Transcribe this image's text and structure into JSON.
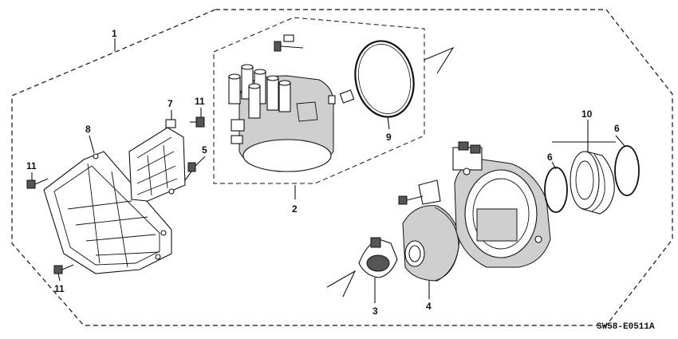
{
  "labels": {
    "p1": "1",
    "p2": "2",
    "p3": "3",
    "p4": "4",
    "p5": "5",
    "p6a": "6",
    "p6b": "6",
    "p7": "7",
    "p8": "8",
    "p9": "9",
    "p10": "10",
    "p11a": "11",
    "p11b": "11",
    "p11c": "11"
  },
  "diagram_code": "SW58-E0511A"
}
